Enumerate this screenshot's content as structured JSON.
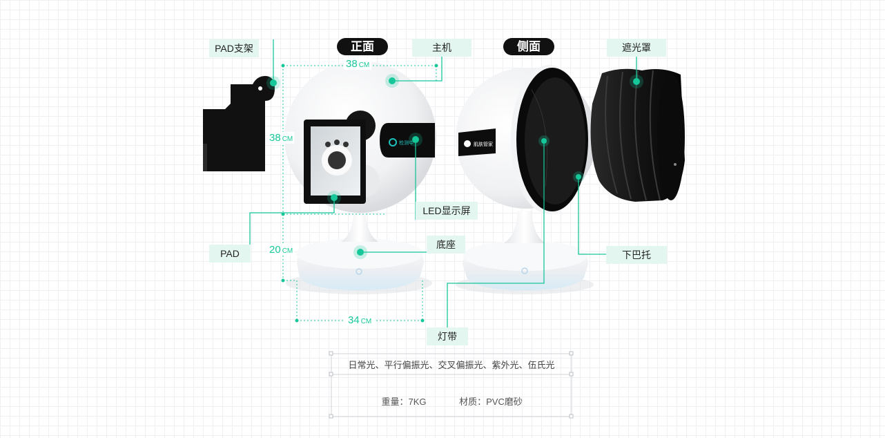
{
  "views": {
    "front": "正面",
    "side": "侧面"
  },
  "labels": {
    "pad_stand": "PAD支架",
    "host": "主机",
    "shade": "遮光罩",
    "led_screen": "LED显示屏",
    "pad": "PAD",
    "base": "底座",
    "chin_rest": "下巴托",
    "light_strip": "灯带"
  },
  "dimensions": {
    "width_top": "38",
    "height_top": "38",
    "height_bottom": "20",
    "width_bottom": "34",
    "unit": "CM"
  },
  "device_text": {
    "led_status": "检测中",
    "side_logo": "肌肤管家"
  },
  "specs": {
    "light_modes": "日常光、平行偏振光、交叉偏振光、紫外光、伍氏光",
    "weight": "重量：7KG",
    "material": "材质：PVC磨砂"
  },
  "colors": {
    "accent": "#16c79a",
    "tag_bg": "#e3f6ef"
  }
}
